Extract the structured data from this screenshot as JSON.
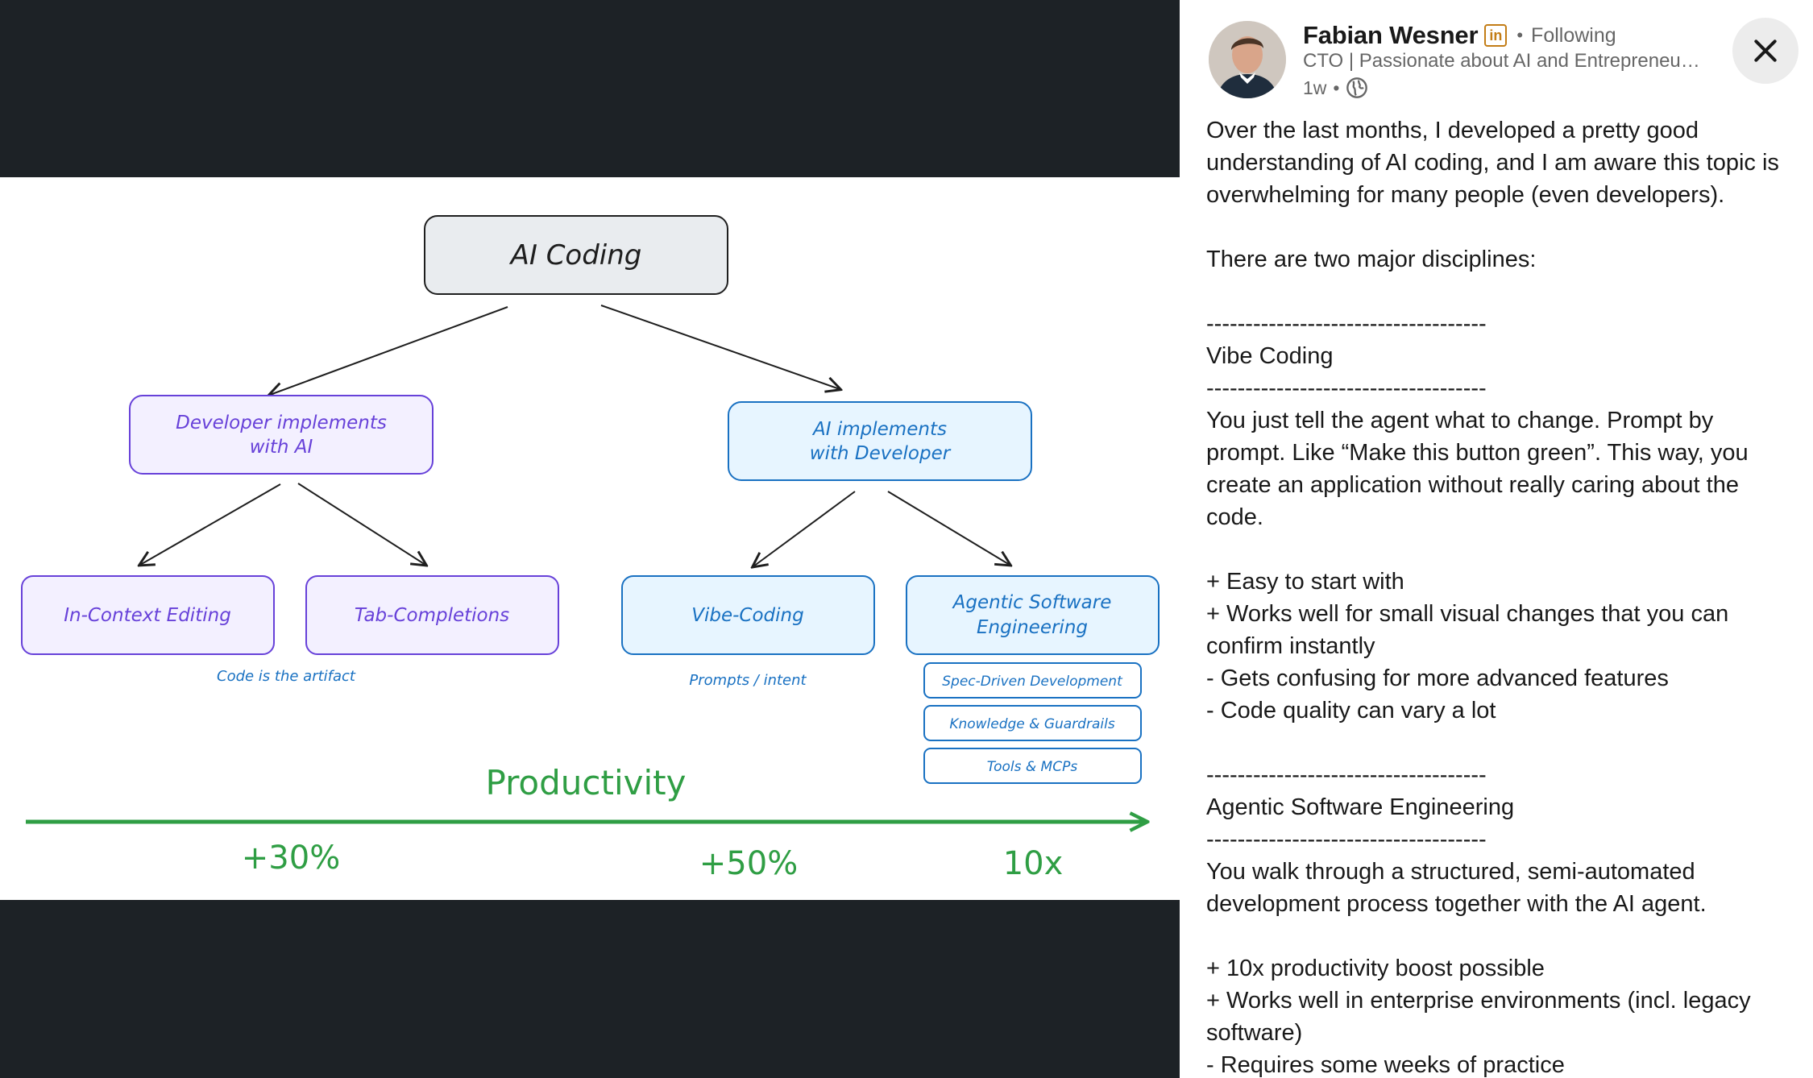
{
  "diagram": {
    "root": "AI Coding",
    "branch_left": [
      "Developer implements",
      "with AI"
    ],
    "branch_right": [
      "AI implements",
      "with Developer"
    ],
    "leaf_in_context": "In-Context Editing",
    "leaf_tab": "Tab-Completions",
    "leaf_vibe": "Vibe-Coding",
    "leaf_agentic": [
      "Agentic Software",
      "Engineering"
    ],
    "note_left": "Code is the artifact",
    "note_vibe": "Prompts / intent",
    "sub_spec": "Spec-Driven Development",
    "sub_knowledge": "Knowledge & Guardrails",
    "sub_tools": "Tools & MCPs",
    "axis_label": "Productivity",
    "gain_30": "+30%",
    "gain_50": "+50%",
    "gain_10x": "10x",
    "colors": {
      "root": "#e9ecef",
      "dev_stroke": "#6741d9",
      "dev_fill": "#f3f0ff",
      "ai_stroke": "#1971c2",
      "ai_fill": "#e7f5ff",
      "productivity": "#2f9e44"
    }
  },
  "post": {
    "author": "Fabian Wesner",
    "badge": "in",
    "follow_separator": "•",
    "follow_status": "Following",
    "headline": "CTO | Passionate about AI and Entrepreneurship",
    "time": "1w",
    "meta_separator": "•",
    "visibility_icon": "globe-icon",
    "close_icon": "close-icon",
    "lines": [
      "Over the last months, I developed a pretty good",
      "understanding of AI coding, and I am aware this topic is",
      "overwhelming for many people (even developers).",
      "",
      "There are two major disciplines:",
      "",
      "------------------------------------",
      "Vibe Coding",
      "------------------------------------",
      "You just tell the agent what to change. Prompt by",
      "prompt. Like “Make this button green”. This way, you",
      "create an application without really caring about the",
      "code.",
      "",
      "+ Easy to start with",
      "+ Works well for small visual changes that you can",
      "confirm instantly",
      "- Gets confusing for more advanced features",
      "- Code quality can vary a lot",
      "",
      "------------------------------------",
      "Agentic Software Engineering",
      "------------------------------------",
      "You walk through a structured, semi-automated",
      "development process together with the AI agent.",
      "",
      "+ 10x productivity boost possible",
      "+ Works well in enterprise environments (incl. legacy",
      "software)",
      "- Requires some weeks of practice"
    ]
  }
}
